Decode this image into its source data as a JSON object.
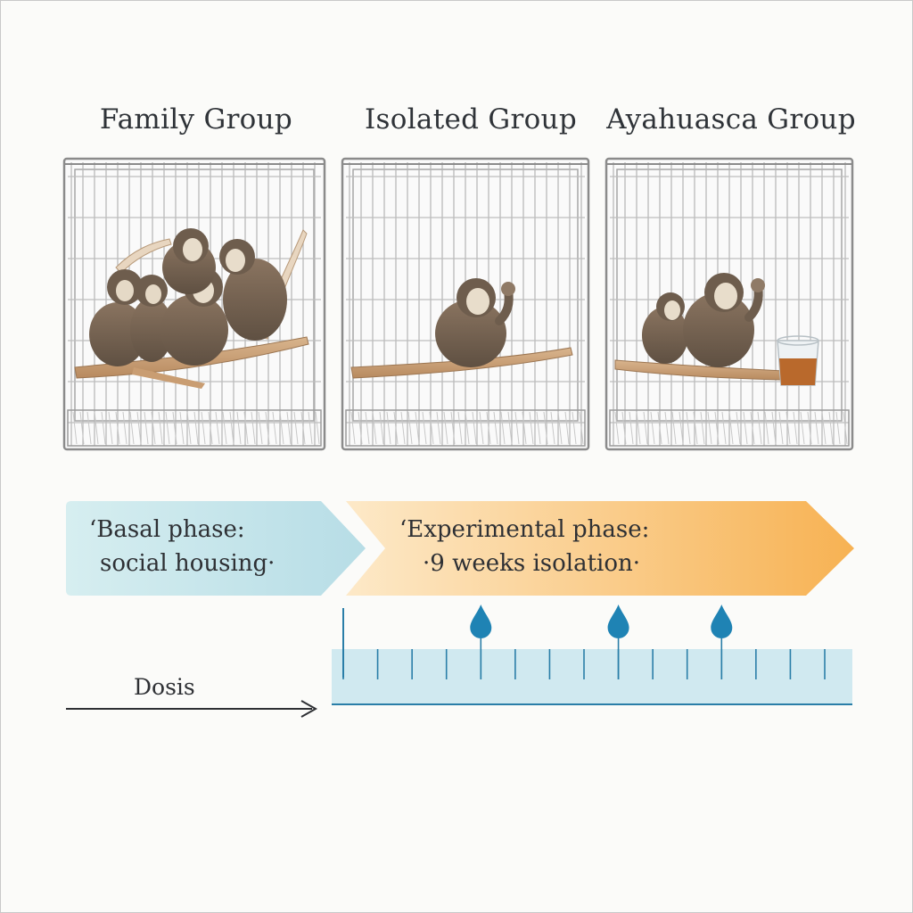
{
  "groups": [
    {
      "title": "Family Group",
      "monkeys": 5,
      "has_drink": false
    },
    {
      "title": "Isolated Group",
      "monkeys": 1,
      "has_drink": false
    },
    {
      "title": "Ayahuasca Group",
      "monkeys": 2,
      "has_drink": true
    }
  ],
  "phases": {
    "basal": {
      "line1": "ʻBasal phase:",
      "line2": "social housing·"
    },
    "experimental": {
      "line1": "ʻExperimental phase:",
      "line2": "·9 weeks isolation·"
    }
  },
  "timeline": {
    "label": "Dosis",
    "tick_count": 15,
    "dose_ticks": [
      4,
      8,
      11
    ]
  },
  "colors": {
    "basal_arrow": "#cfe9ec",
    "experimental_arrow_start": "#fbe6c4",
    "experimental_arrow_end": "#f6b25a",
    "timeline_band": "#cfe8ef",
    "tick": "#2a7ea8",
    "drop": "#1f83b4"
  }
}
